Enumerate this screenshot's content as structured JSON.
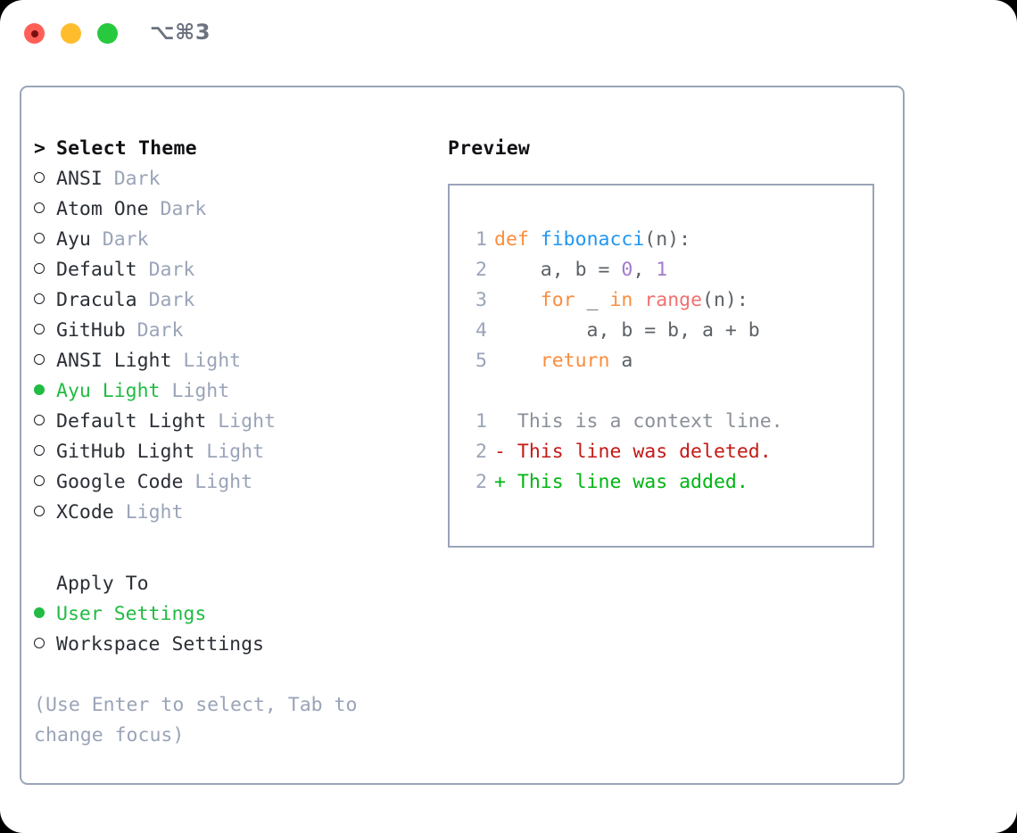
{
  "window": {
    "shortcut_label": "⌥⌘3",
    "traffic_lights": [
      "close",
      "minimize",
      "zoom"
    ]
  },
  "theme_panel": {
    "heading": "Select Theme",
    "heading_prefix": "> ",
    "items": [
      {
        "name": "ANSI",
        "kind": "Dark",
        "selected": false
      },
      {
        "name": "Atom One",
        "kind": "Dark",
        "selected": false
      },
      {
        "name": "Ayu",
        "kind": "Dark",
        "selected": false
      },
      {
        "name": "Default",
        "kind": "Dark",
        "selected": false
      },
      {
        "name": "Dracula",
        "kind": "Dark",
        "selected": false
      },
      {
        "name": "GitHub",
        "kind": "Dark",
        "selected": false
      },
      {
        "name": "ANSI Light",
        "kind": "Light",
        "selected": false
      },
      {
        "name": "Ayu Light",
        "kind": "Light",
        "selected": true
      },
      {
        "name": "Default Light",
        "kind": "Light",
        "selected": false
      },
      {
        "name": "GitHub Light",
        "kind": "Light",
        "selected": false
      },
      {
        "name": "Google Code",
        "kind": "Light",
        "selected": false
      },
      {
        "name": "XCode",
        "kind": "Light",
        "selected": false
      }
    ]
  },
  "apply_to": {
    "heading": "Apply To",
    "items": [
      {
        "name": "User Settings",
        "selected": true
      },
      {
        "name": "Workspace Settings",
        "selected": false
      }
    ]
  },
  "hint": "(Use Enter to select, Tab to change focus)",
  "preview": {
    "title": "Preview",
    "code_lines": [
      {
        "num": "1",
        "tokens": [
          {
            "t": "def",
            "c": "kw"
          },
          {
            "t": " ",
            "c": "pl"
          },
          {
            "t": "fibonacci",
            "c": "fn"
          },
          {
            "t": "(n):",
            "c": "pl"
          }
        ]
      },
      {
        "num": "2",
        "tokens": [
          {
            "t": "    a, b = ",
            "c": "pl"
          },
          {
            "t": "0",
            "c": "num"
          },
          {
            "t": ", ",
            "c": "pl"
          },
          {
            "t": "1",
            "c": "num"
          }
        ]
      },
      {
        "num": "3",
        "tokens": [
          {
            "t": "    ",
            "c": "pl"
          },
          {
            "t": "for",
            "c": "kw"
          },
          {
            "t": " _ ",
            "c": "pl"
          },
          {
            "t": "in",
            "c": "kw"
          },
          {
            "t": " ",
            "c": "pl"
          },
          {
            "t": "range",
            "c": "call"
          },
          {
            "t": "(n):",
            "c": "pl"
          }
        ]
      },
      {
        "num": "4",
        "tokens": [
          {
            "t": "        a, b = b, a + b",
            "c": "pl"
          }
        ]
      },
      {
        "num": "5",
        "tokens": [
          {
            "t": "    ",
            "c": "pl"
          },
          {
            "t": "return",
            "c": "kw"
          },
          {
            "t": " a",
            "c": "pl"
          }
        ]
      }
    ],
    "diff_lines": [
      {
        "num": "1",
        "sign": "  ",
        "text": "This is a context line.",
        "c": "ctx"
      },
      {
        "num": "2",
        "sign": "- ",
        "text": "This line was deleted.",
        "c": "del"
      },
      {
        "num": "2",
        "sign": "+ ",
        "text": "This line was added.",
        "c": "add"
      }
    ]
  },
  "colors": {
    "accent_green": "#22bb44",
    "muted": "#9aa4b8",
    "border": "#9aa4b8",
    "keyword": "#fa8d3e",
    "function": "#2196f3",
    "number": "#a37acc",
    "call": "#f07171",
    "diff_delete": "#c41a16",
    "diff_add": "#00b512",
    "traffic_red": "#ff5f56",
    "traffic_yellow": "#ffbd2e",
    "traffic_green": "#27c93f"
  }
}
